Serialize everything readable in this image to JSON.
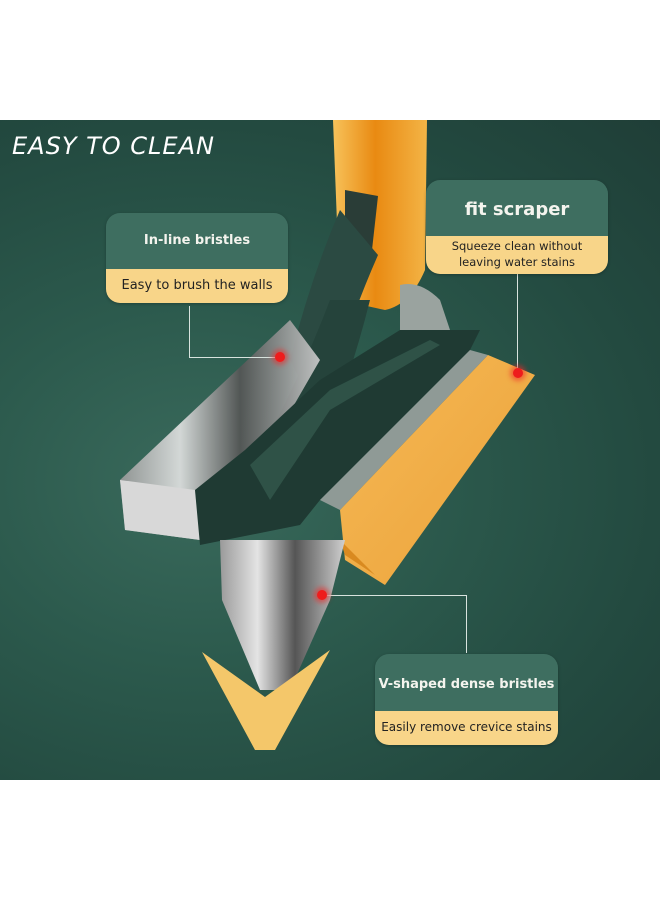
{
  "headline": "EASY TO CLEAN",
  "callouts": [
    {
      "id": "inline-bristles",
      "title": "In-line bristles",
      "subtitle": "Easy to brush the walls"
    },
    {
      "id": "fit-scraper",
      "title": "fit scraper",
      "subtitle_line1": "Squeeze clean without",
      "subtitle_line2": "leaving water stains"
    },
    {
      "id": "v-bristles",
      "title": "V-shaped dense bristles",
      "subtitle": "Easily remove crevice stains"
    }
  ],
  "colors": {
    "background_green": "#2c5a4d",
    "callout_title_bg": "#3e6e60",
    "callout_sub_bg": "#f8d589",
    "handle_orange": "#f2a93b",
    "brush_dark_green": "#1f3a33",
    "marker_red": "#ee1c1c"
  }
}
